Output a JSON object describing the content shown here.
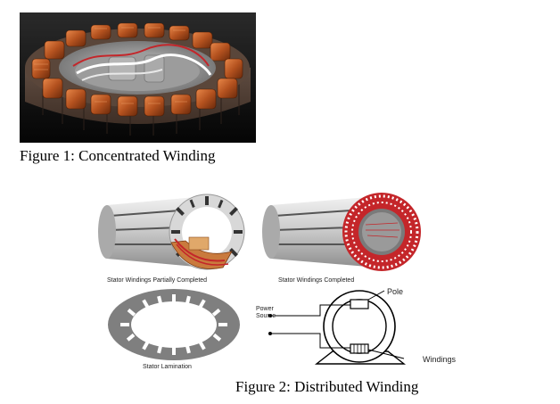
{
  "figure1": {
    "caption": "Figure 1: Concentrated Winding"
  },
  "figure2": {
    "caption": "Figure 2: Distributed Winding",
    "panels": {
      "partial_label": "Stator Windings Partially Completed",
      "completed_label": "Stator Windings Completed",
      "lamination_label": "Stator Lamination"
    },
    "diagram": {
      "pole_label": "Pole",
      "power_source_label": "Power\nSource",
      "windings_label": "Windings"
    }
  },
  "colors": {
    "copper": "#b4521f",
    "copper_light": "#e07a3a",
    "steel": "#c9c9c9",
    "dark_bg": "#151515",
    "lamination_gray": "#8a8a8a",
    "red_wire": "#c4262a"
  }
}
